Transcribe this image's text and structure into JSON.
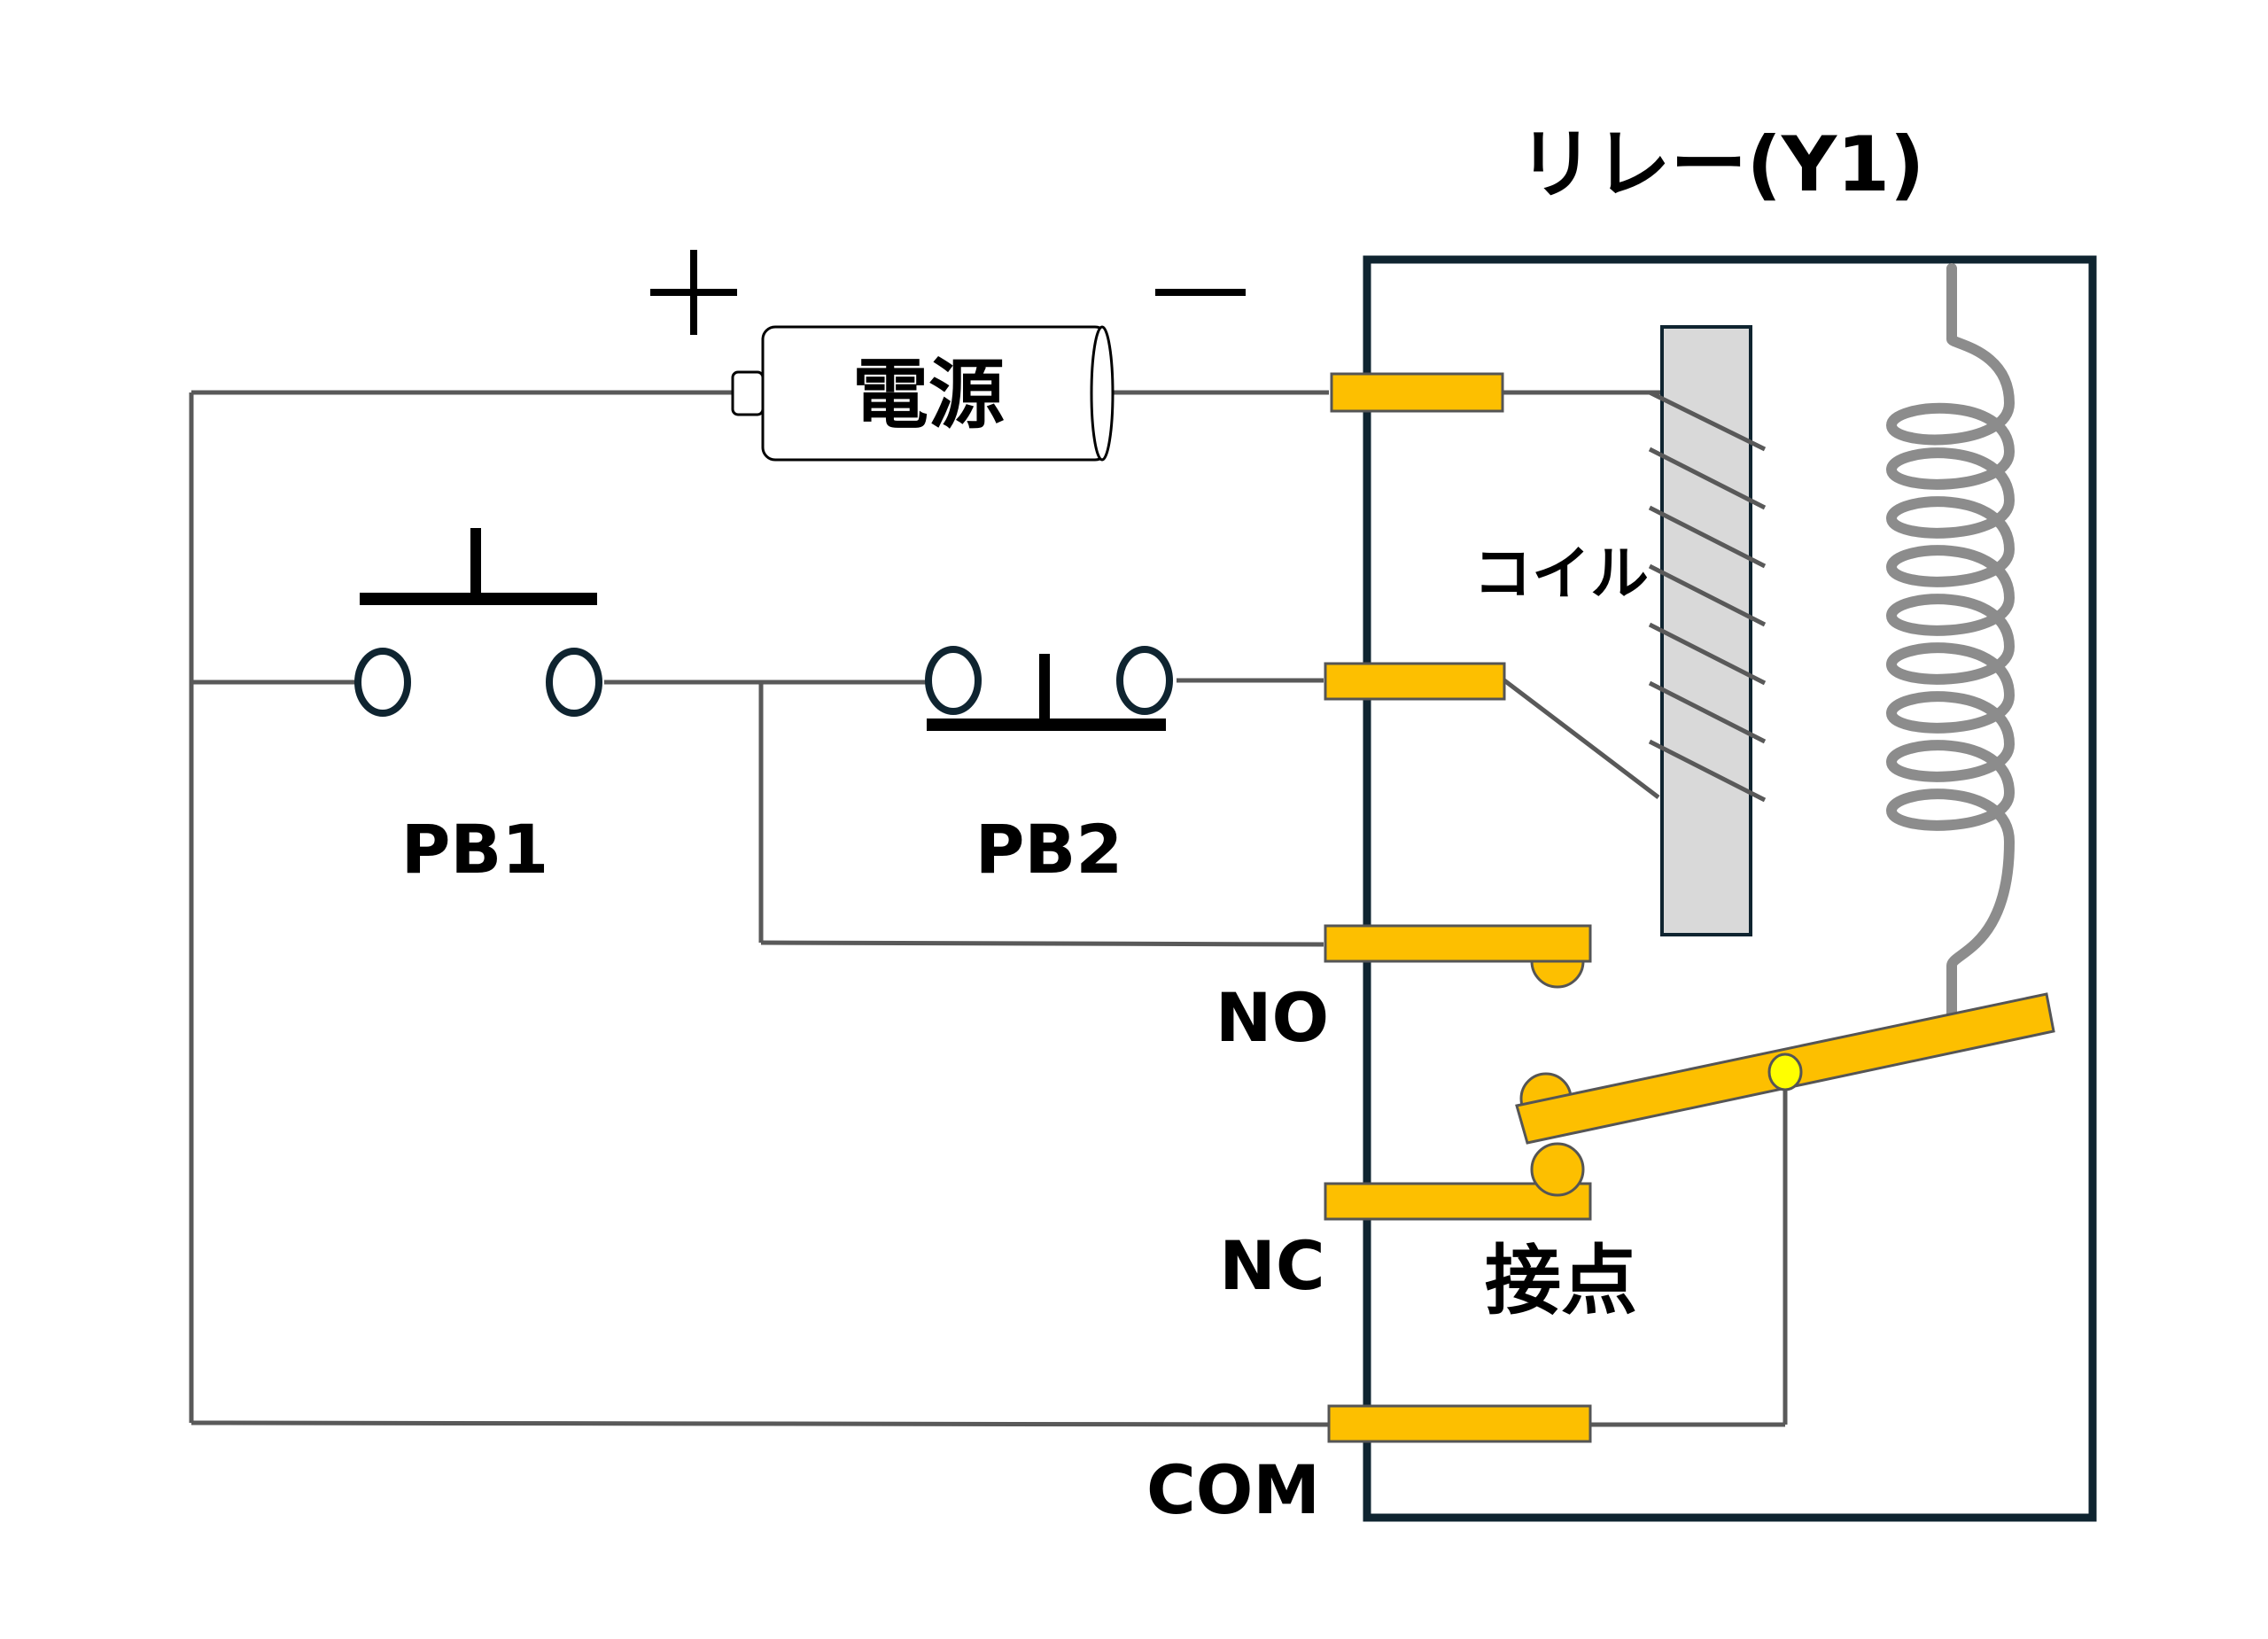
{
  "labels": {
    "relay_title": "リレー(Y1)",
    "plus": "+",
    "minus": "−",
    "power_source": "電源",
    "coil": "コイル",
    "pb1": "PB1",
    "pb2": "PB2",
    "no": "NO",
    "nc": "NC",
    "com": "COM",
    "contact": "接点"
  },
  "colors": {
    "terminal": "#FDBF00",
    "terminal_stroke": "#555555",
    "wire": "#595959",
    "relay_frame": "#0F2430",
    "core_fill": "#D9D9D9",
    "spring": "#8C8C8C",
    "pivot": "#FFFF00"
  }
}
